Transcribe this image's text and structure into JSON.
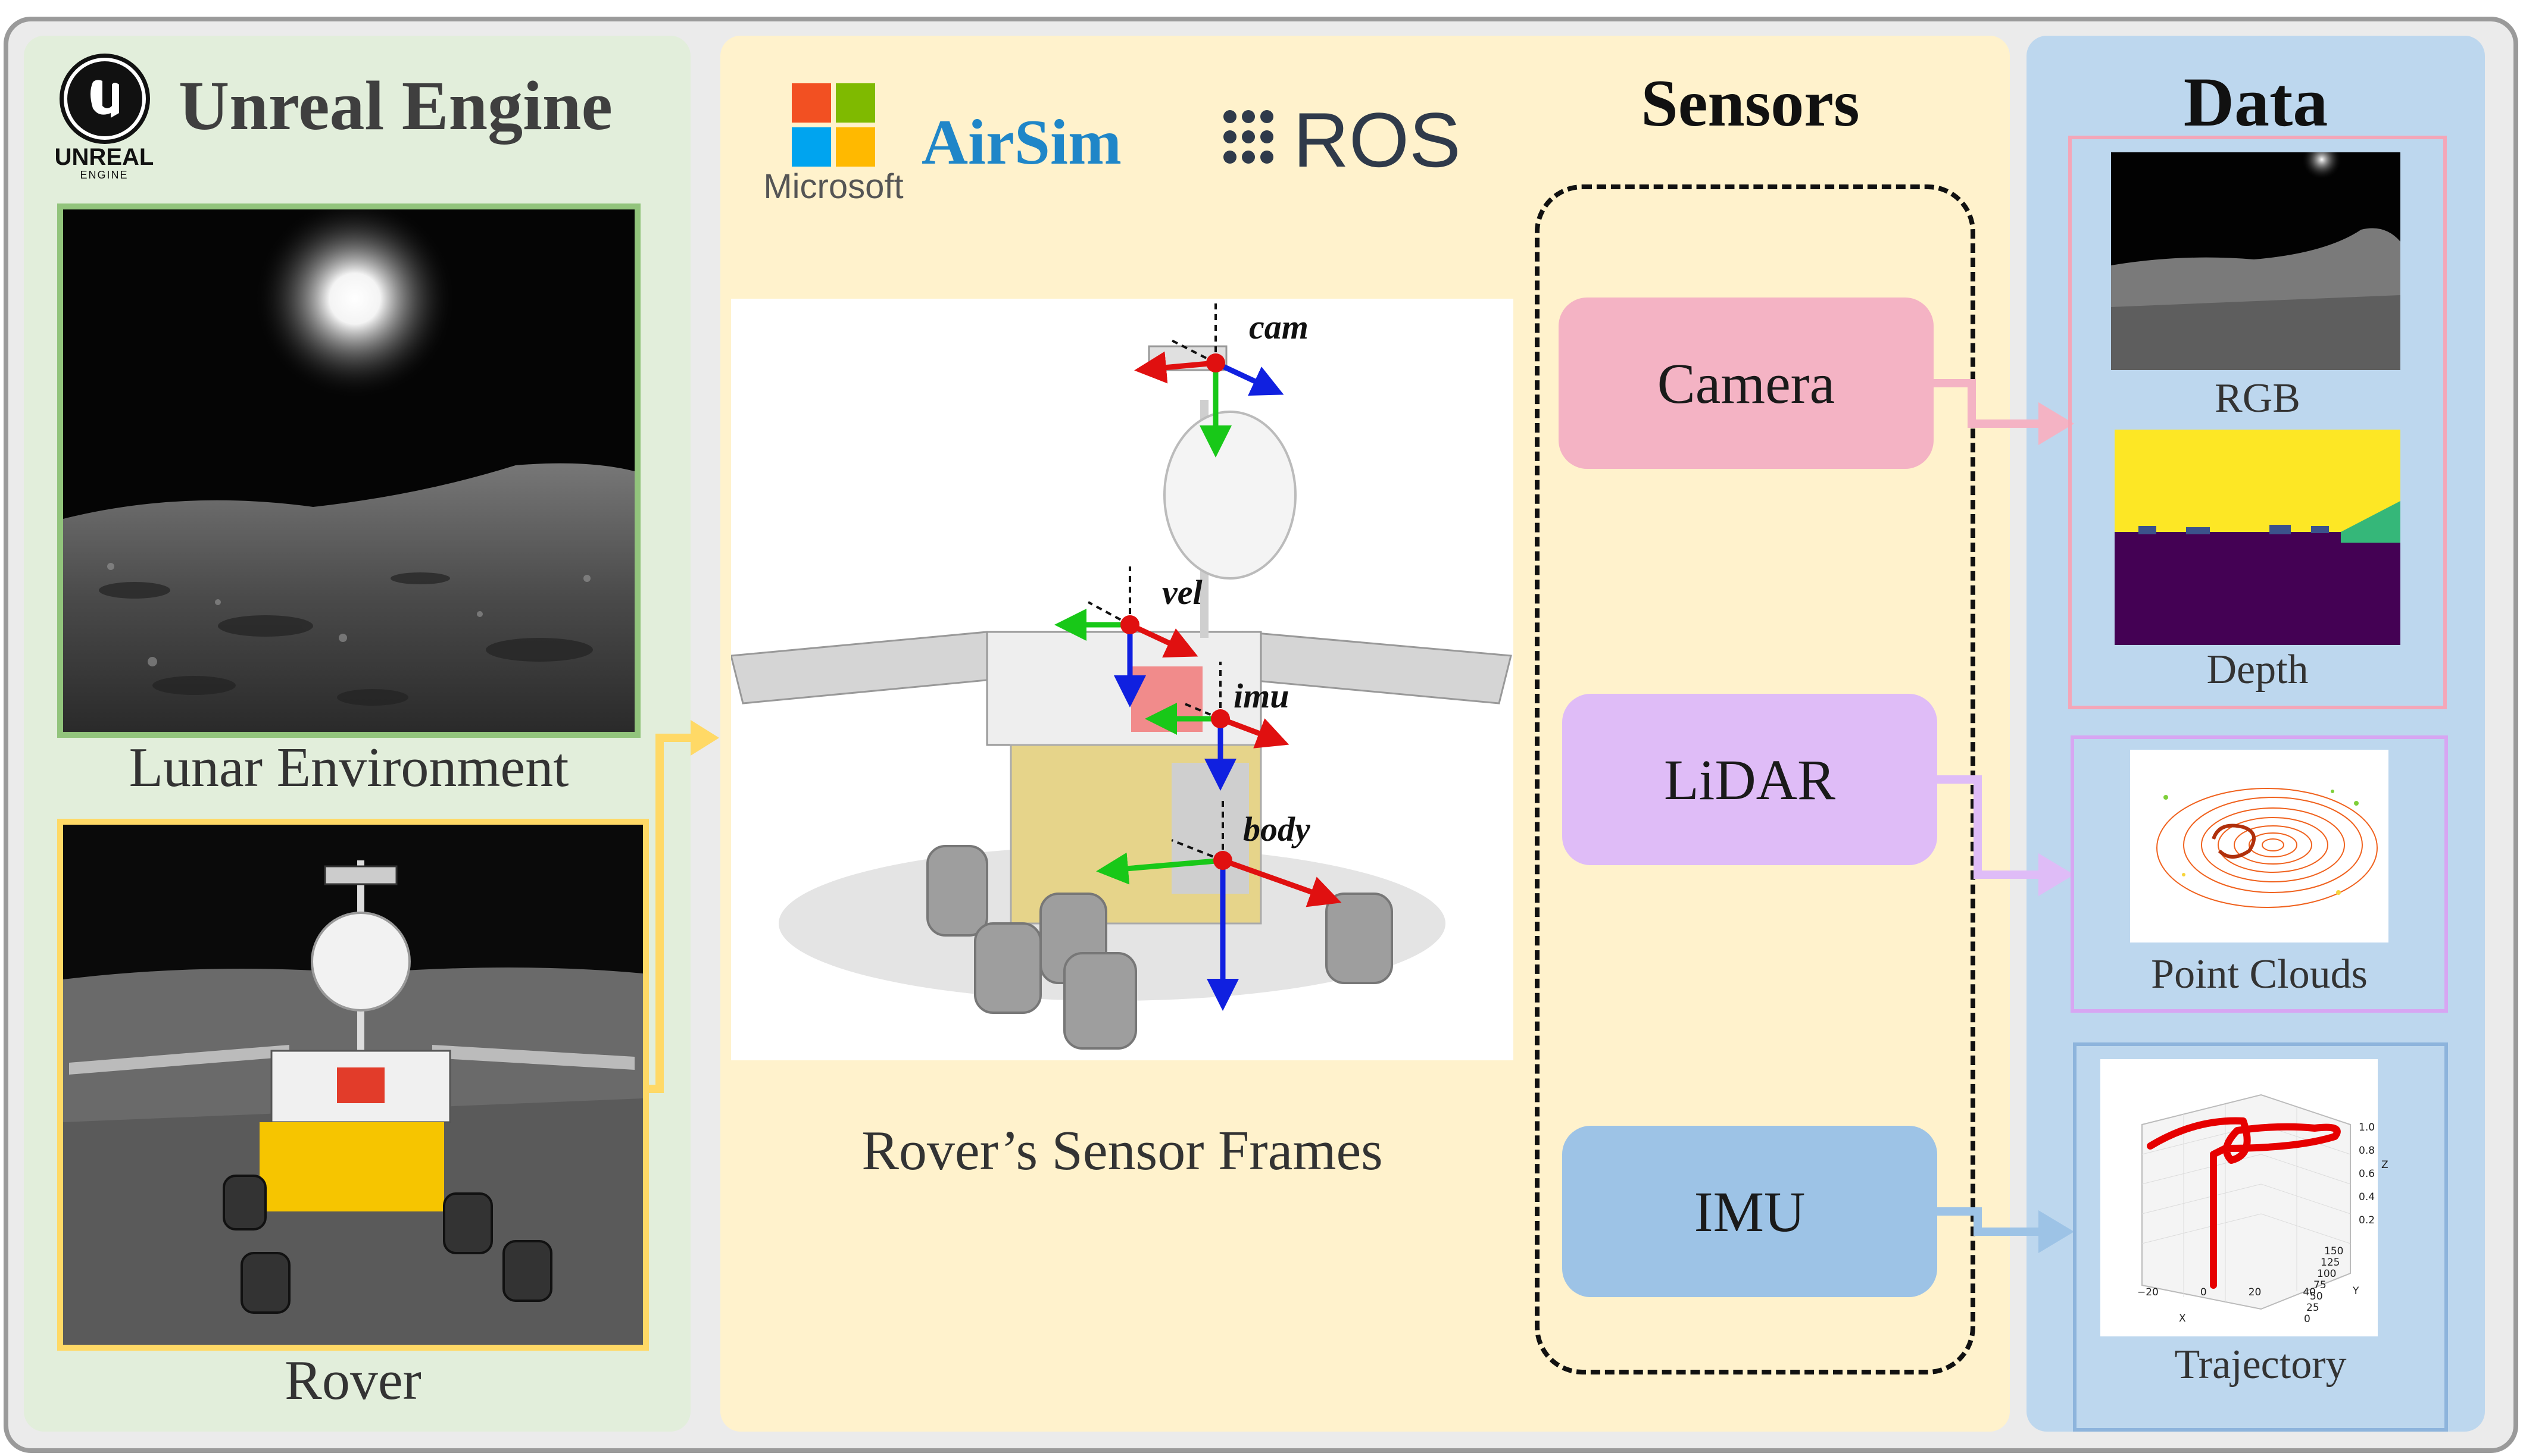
{
  "left_panel": {
    "heading": "Unreal Engine",
    "logo_lines": [
      "UNREAL",
      "ENGINE"
    ],
    "env_caption": "Lunar Environment",
    "rover_caption": "Rover"
  },
  "middle_panel": {
    "microsoft_label": "Microsoft",
    "airsim_label": "AirSim",
    "ros_label": "ROS",
    "sensors_heading": "Sensors",
    "frames_caption": "Rover’s Sensor Frames",
    "frame_labels": [
      "cam",
      "vel",
      "imu",
      "body"
    ]
  },
  "sensors": [
    "Camera",
    "LiDAR",
    "IMU"
  ],
  "data_panel": {
    "heading": "Data",
    "rgb_caption": "RGB",
    "depth_caption": "Depth",
    "pointcloud_caption": "Point Clouds",
    "trajectory_caption": "Trajectory",
    "traj_z_ticks": [
      "1.0",
      "0.8",
      "0.6",
      "0.4",
      "0.2"
    ],
    "traj_y_ticks": [
      "150",
      "125",
      "100",
      "75",
      "50",
      "25",
      "0"
    ],
    "traj_x_ticks": [
      "−20",
      "0",
      "20",
      "40"
    ],
    "traj_axis_x": "X",
    "traj_axis_y": "Y",
    "traj_axis_z": "Z"
  },
  "colors": {
    "left_bg": "#e2eedb",
    "middle_bg": "#fff2cc",
    "right_bg": "#bdd7ee",
    "camera": "#f4b3c4",
    "lidar": "#dfbcf7",
    "imu": "#9dc3e6",
    "env_border": "#92c47c",
    "rover_border": "#ffd966"
  }
}
